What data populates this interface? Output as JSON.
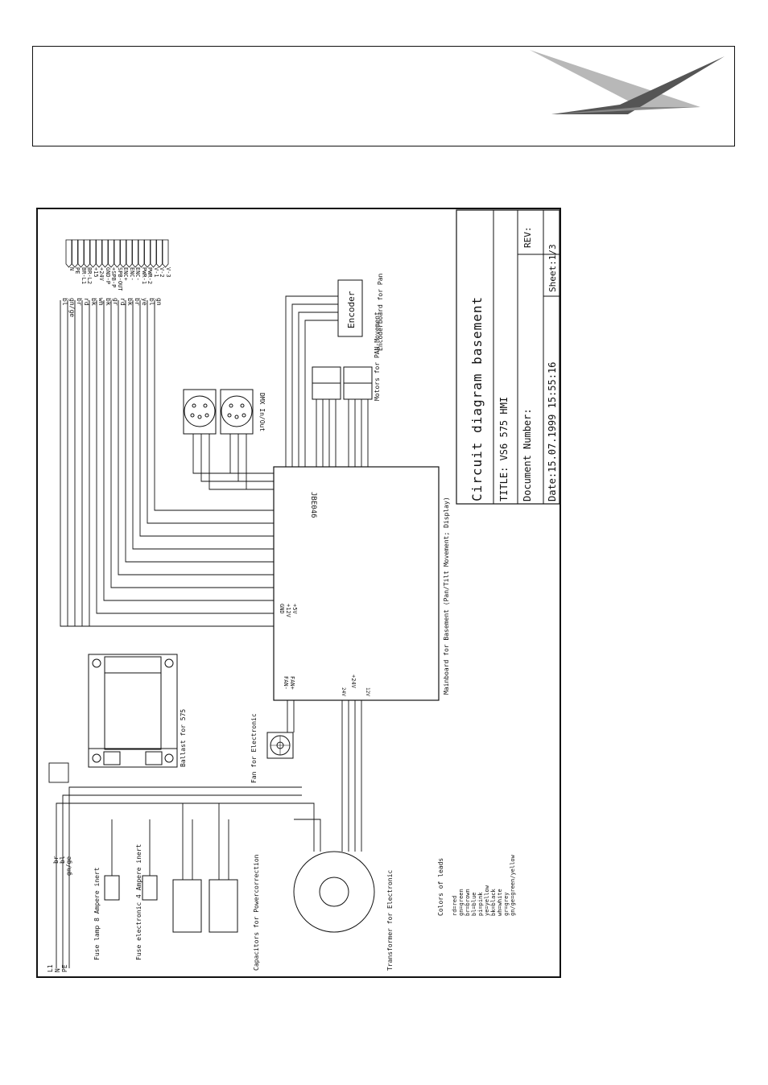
{
  "title_block": {
    "title": "Circuit diagram basement",
    "model": "TITLE:  VS6 575 HMI",
    "document_number": "Document Number:",
    "date": "Date:15.07.1999 15:55:16",
    "rev": "REV:",
    "sheet": "Sheet:1/3"
  },
  "connector_labels": [
    "N",
    "PE",
    "BR-L1",
    "BR-L2",
    "+15",
    "+24V",
    "GND-P",
    "+SPB-P",
    "SPB-OUT",
    "ENC+",
    "ENC-",
    "ENC-",
    "PWR-1",
    "PWR-2",
    "V-1",
    "V-2",
    "V-3"
  ],
  "connector_wire_colors": [
    "bl",
    "gn/ge",
    "br",
    "rd",
    "bk",
    "wh",
    "bk",
    "gr",
    "rd",
    "bk",
    "br",
    "ye",
    "bl",
    "gn"
  ],
  "components": {
    "encoder": "Encoder",
    "encoder_caption": "Encoderboard for Pan",
    "motors_caption": "Motors for PAN-Movement",
    "dmx_caption": "DMX In/Out",
    "mainboard_id": "JBE046",
    "mainboard_caption": "Mainboard for Basement (Pan/Tilt Movement; Display)",
    "ballast_caption": "Ballast for 575",
    "fan_caption": "Fan for Electronic",
    "fuse_lamp": "Fuse lamp 8 Ampere inert",
    "fuse_electronic": "Fuse electronic 4 Ampere inert",
    "capacitors": "Capacitors for Powercorrection",
    "transformer": "Transformer for Electronic"
  },
  "mainboard_pins": [
    "GND",
    "+12V",
    "+5V",
    "FAN-",
    "FAN+",
    "+24V",
    "24V",
    "12V"
  ],
  "supply_labels": [
    "L1",
    "N",
    "PE"
  ],
  "supply_wires": [
    "br",
    "bl",
    "gn/ge"
  ],
  "legend": {
    "title": "Colors of leads",
    "items": [
      "rd=red",
      "gn=green",
      "br=brown",
      "bl=blue",
      "pi=pink",
      "ye=yellow",
      "bk=black",
      "wh=white",
      "gr=grey",
      "gn/ge=green/yellow"
    ]
  }
}
